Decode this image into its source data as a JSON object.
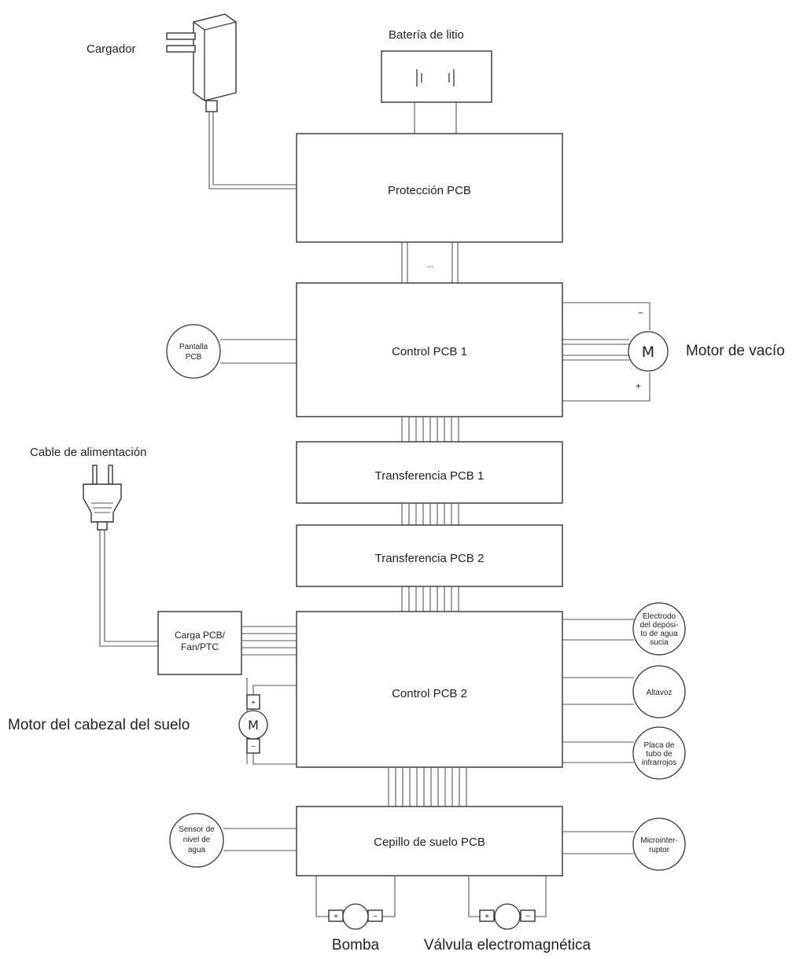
{
  "title": "",
  "labels": {
    "charger": "Cargador",
    "battery": "Batería de litio",
    "protection_pcb": "Protección PCB",
    "ellipsis": "...",
    "control_pcb_1": "Control PCB 1",
    "display_pcb_line1": "Pantalla",
    "display_pcb_line2": "PCB",
    "vacuum_motor": "Motor de vacío",
    "motor_symbol": "M",
    "minus_sign": "−",
    "plus_sign": "+",
    "power_cable": "Cable de alimentación",
    "transfer_pcb_1": "Transferencia PCB 1",
    "transfer_pcb_2": "Transferencia PCB 2",
    "charge_pcb_line1": "Carga PCB/",
    "charge_pcb_line2": "Fan/PTC",
    "control_pcb_2": "Control PCB 2",
    "electrode_line1": "Electrodo",
    "electrode_line2": "del depósi-",
    "electrode_line3": "to de agua",
    "electrode_line4": "sucia",
    "speaker": "Altavoz",
    "ir_line1": "Placa de",
    "ir_line2": "tubo de",
    "ir_line3": "infrarrojos",
    "floor_head_motor": "Motor del cabezal del suelo",
    "water_sensor_line1": "Sensor de",
    "water_sensor_line2": "nivel de",
    "water_sensor_line3": "agua",
    "brush_pcb": "Cepillo de suelo PCB",
    "microswitch_line1": "Microinter-",
    "microswitch_line2": "ruptor",
    "pump": "Bomba",
    "solenoid_valve": "Válvula electromagnética"
  },
  "colors": {
    "line": "#333333",
    "text": "#222222",
    "background": "#ffffff"
  }
}
